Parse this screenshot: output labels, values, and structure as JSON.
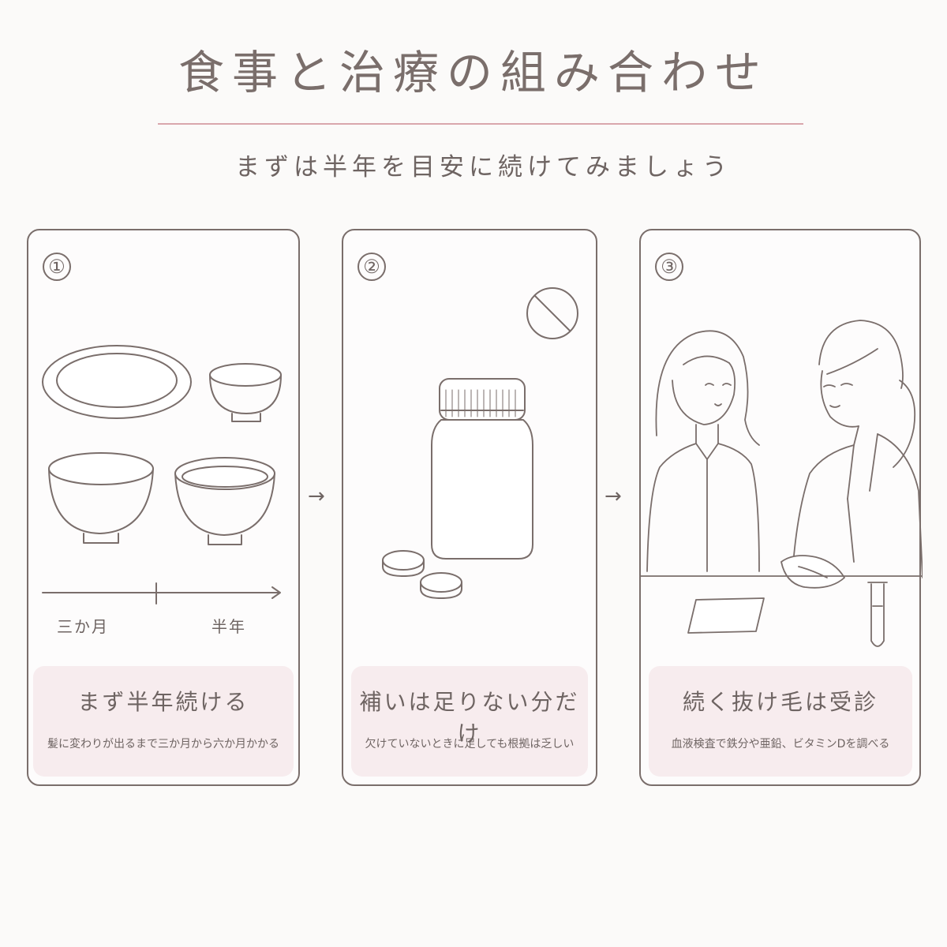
{
  "header": {
    "title": "食事と治療の組み合わせ",
    "subtitle": "まずは半年を目安に続けてみましょう"
  },
  "steps": [
    {
      "number": "①",
      "heading": "まず半年続ける",
      "description": "髪に変わりが出るまで三か月から六か月かかる",
      "timeline": {
        "start_label": "三か月",
        "end_label": "半年"
      },
      "illustration": "dishes-and-bowls"
    },
    {
      "number": "②",
      "heading": "補いは足りない分だけ",
      "description": "欠けていないときに足しても根拠は乏しい",
      "illustration": "supplement-bottle-with-tablets-and-no-sign"
    },
    {
      "number": "③",
      "heading": "続く抜け毛は受診",
      "description": "血液検査で鉄分や亜鉛、ビタミンDを調べる",
      "illustration": "patient-and-doctor-consultation"
    }
  ],
  "connector": {
    "arrow": "→"
  },
  "colors": {
    "background": "#fbfaf9",
    "line": "#7a6e6b",
    "accent_rule": "#d9a7ad",
    "label_fill": "#f7ecee"
  }
}
